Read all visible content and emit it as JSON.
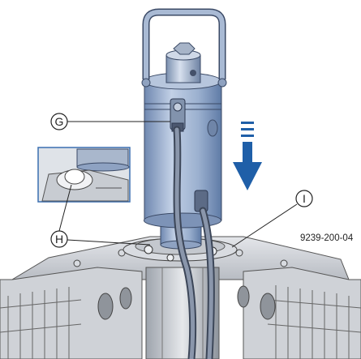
{
  "figure_number": "9239-200-04",
  "callouts": {
    "g": "G",
    "h": "H",
    "i": "I"
  },
  "colors": {
    "tool_blue": "#9bb0cf",
    "tool_blue_dark": "#5f7ba6",
    "frame_gray": "#c9ccd1",
    "arrow_blue": "#1f5fa8",
    "inset_border": "#3a6fb0"
  },
  "icons": {
    "direction_arrow": "down-arrow-icon"
  }
}
